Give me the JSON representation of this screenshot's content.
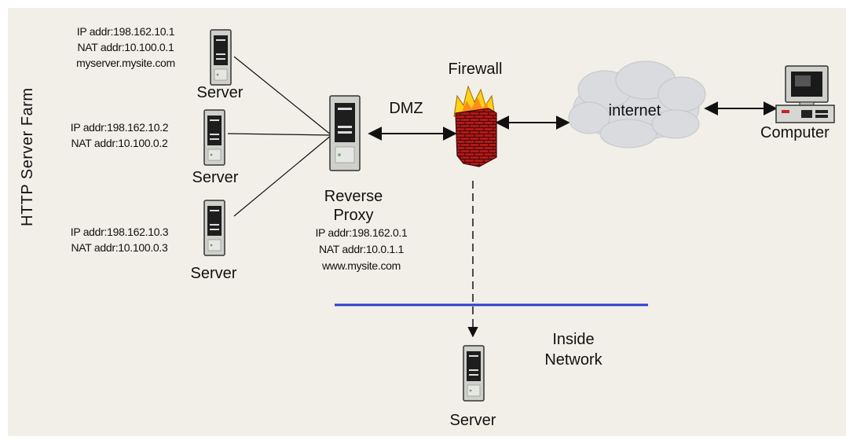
{
  "farm_label": "HTTP Server Farm",
  "farm_servers": [
    {
      "caption": "Server",
      "lines": [
        "IP addr:198.162.10.1",
        "NAT addr:10.100.0.1",
        "myserver.mysite.com"
      ]
    },
    {
      "caption": "Server",
      "lines": [
        "IP addr:198.162.10.2",
        "NAT addr:10.100.0.2"
      ]
    },
    {
      "caption": "Server",
      "lines": [
        "IP addr:198.162.10.3",
        "NAT addr:10.100.0.3"
      ]
    }
  ],
  "proxy": {
    "caption_line1": "Reverse",
    "caption_line2": "Proxy",
    "lines": [
      "IP addr:198.162.0.1",
      "NAT addr:10.0.1.1",
      "www.mysite.com"
    ]
  },
  "dmz_label": "DMZ",
  "firewall_label": "Firewall",
  "internet_label": "internet",
  "computer_label": "Computer",
  "inside_network": {
    "line1": "Inside",
    "line2": "Network"
  },
  "inside_server_label": "Server",
  "icons": [
    "server-icon",
    "reverse-proxy-icon",
    "firewall-icon",
    "internet-cloud-icon",
    "computer-icon"
  ],
  "colors": {
    "background": "#f2efe8",
    "inside_network_line": "#2a3fd0",
    "firewall_brick": "#b51818",
    "firewall_flame": "#ffd21a"
  }
}
